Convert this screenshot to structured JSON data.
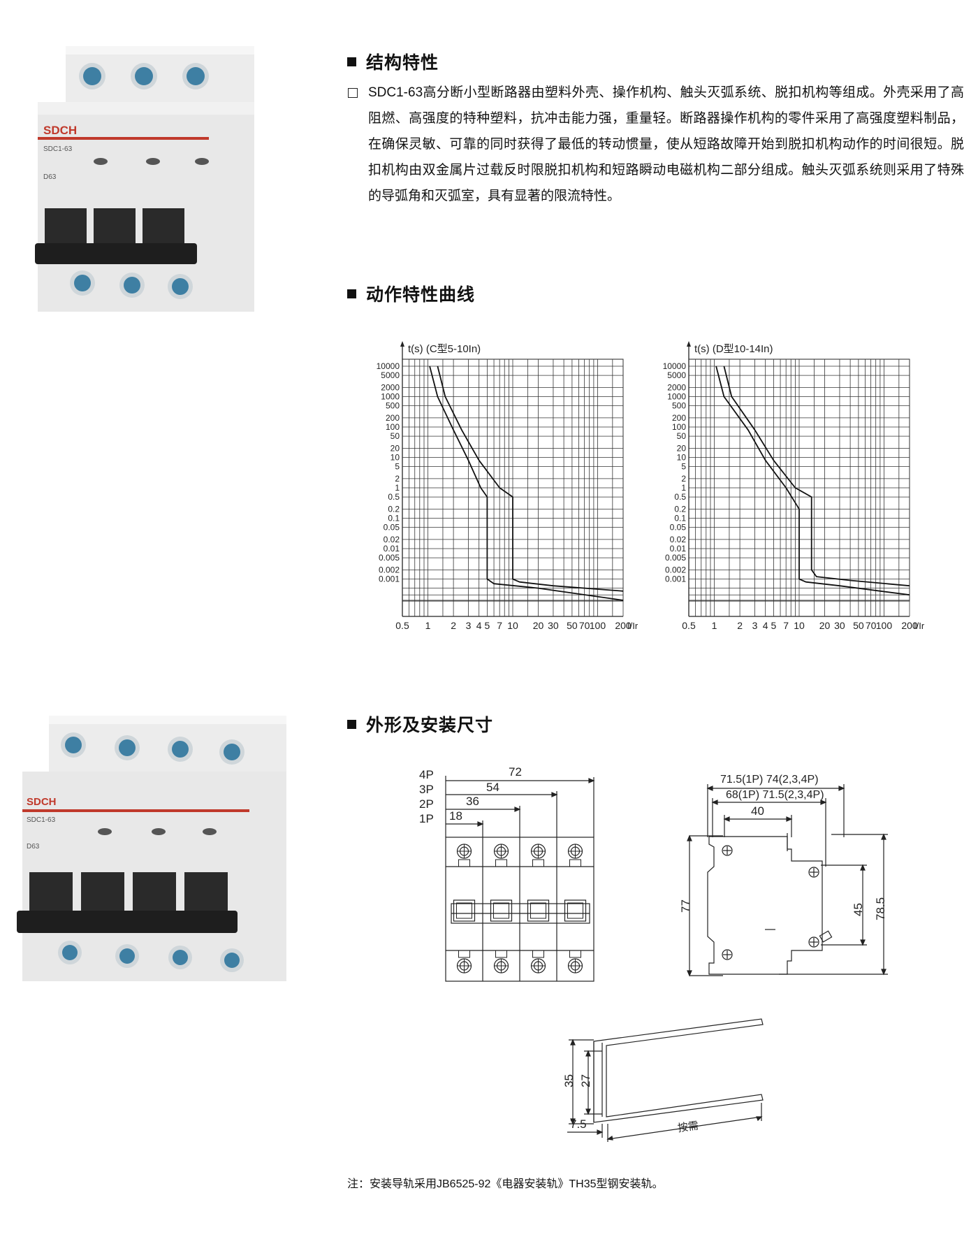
{
  "structure": {
    "heading": "结构特性",
    "paragraph": "SDC1-63高分断小型断路器由塑料外壳、操作机构、触头灭弧系统、脱扣机构等组成。外壳采用了高阻燃、高强度的特种塑料，抗冲击能力强，重量轻。断路器操作机构的零件采用了高强度塑料制品，在确保灵敏、可靠的同时获得了最低的转动惯量，使从短路故障开始到脱扣机构动作的时间很短。脱扣机构由双金属片过载反时限脱扣机构和短路瞬动电磁机构二部分组成。触头灭弧系统则采用了特殊的导弧角和灭弧室，具有显著的限流特性。"
  },
  "curves": {
    "heading": "动作特性曲线",
    "chart_c_title": "t(s)  (C型5-10In)",
    "chart_d_title": "t(s)  (D型10-14In)",
    "y_ticks": [
      "10000",
      "5000",
      "2000",
      "1000",
      "500",
      "200",
      "100",
      "50",
      "20",
      "10",
      "5",
      "2",
      "1",
      "0.5",
      "0.2",
      "0.1",
      "0.05",
      "0.02",
      "0.01",
      "0.005",
      "0.002",
      "0.001"
    ],
    "x_ticks": [
      "0.5",
      "1",
      "2",
      "3",
      "4",
      "5",
      "7",
      "10",
      "20",
      "30",
      "50",
      "70",
      "100",
      "200"
    ],
    "x_unit": "I/Ir"
  },
  "chart_data": [
    {
      "type": "line",
      "title": "t(s)  (C型5-10In)",
      "ylabel": "t(s)",
      "xlabel": "I/Ir",
      "x_scale": "log",
      "y_scale": "log",
      "series": [
        {
          "x": [
            1.05,
            1.3,
            2,
            3,
            4.2,
            5,
            5,
            6,
            20,
            200
          ],
          "y": [
            10000,
            1000,
            80,
            8,
            1,
            0.5,
            0.001,
            0.0007,
            0.0005,
            0.0002
          ]
        },
        {
          "x": [
            1.3,
            1.6,
            2.5,
            4,
            7,
            10,
            10,
            12,
            30,
            200
          ],
          "y": [
            10000,
            1000,
            80,
            8,
            1,
            0.5,
            0.001,
            0.0008,
            0.0006,
            0.0004
          ]
        }
      ]
    },
    {
      "type": "line",
      "title": "t(s)  (D型10-14In)",
      "ylabel": "t(s)",
      "xlabel": "I/Ir",
      "x_scale": "log",
      "y_scale": "log",
      "series": [
        {
          "x": [
            1.05,
            1.3,
            2.5,
            4,
            7,
            10,
            10,
            12,
            30,
            200
          ],
          "y": [
            10000,
            1000,
            80,
            8,
            1,
            0.2,
            0.001,
            0.0008,
            0.0006,
            0.0003
          ]
        },
        {
          "x": [
            1.3,
            1.6,
            3,
            5,
            9,
            14,
            14,
            16,
            40,
            200
          ],
          "y": [
            10000,
            1000,
            80,
            8,
            1,
            0.5,
            0.002,
            0.0012,
            0.0009,
            0.0006
          ]
        }
      ]
    }
  ],
  "dimensions": {
    "heading": "外形及安装尺寸",
    "front_view": {
      "pole_labels": [
        "4P",
        "3P",
        "2P",
        "1P"
      ],
      "widths": [
        "72",
        "54",
        "36",
        "18"
      ]
    },
    "side_view": {
      "top_width": "71.5(1P) 74(2,3,4P)",
      "mid_width": "68(1P) 71.5(2,3,4P)",
      "inner_width": "40",
      "height_left": "77",
      "height_mid": "45",
      "height_right": "78.5"
    },
    "rail": {
      "height_outer": "35",
      "height_inner": "27",
      "depth": "7.5",
      "length": "按需"
    }
  },
  "product": {
    "brand": "SDCH",
    "model": "SDC1-63",
    "rating": "D63"
  },
  "note": "注：安装导轨采用JB6525-92《电器安装轨》TH35型钢安装轨。",
  "colors": {
    "brand_red": "#c0392b",
    "body": "#e9e9e9",
    "terminal_blue": "#3e7fa3",
    "handle": "#2a2a2a"
  }
}
